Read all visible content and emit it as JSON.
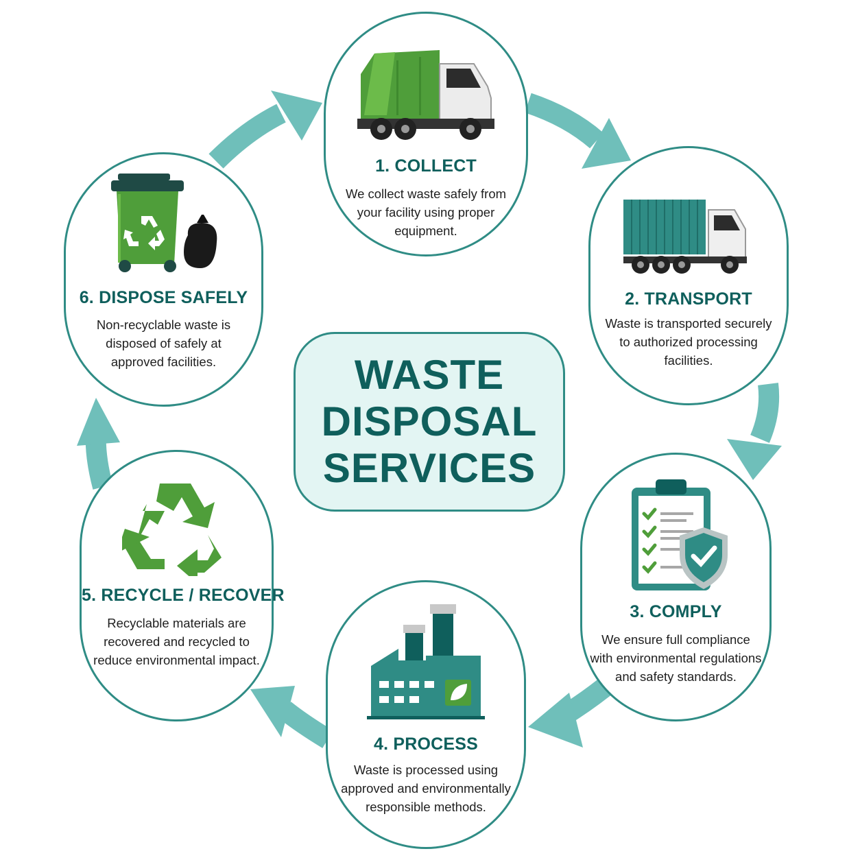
{
  "title": "WASTE\nDISPOSAL\nSERVICES",
  "colors": {
    "teal_dark": "#0f5f5c",
    "teal_border": "#2f8c85",
    "teal_arrow": "#6fbfba",
    "center_fill": "#e3f5f3",
    "green": "#4f9e3a"
  },
  "steps": [
    {
      "title": "1. COLLECT",
      "description": "We collect waste safely from your facility using proper equipment.",
      "icon": "garbage-truck-icon"
    },
    {
      "title": "2. TRANSPORT",
      "description": "Waste is transported securely to authorized processing facilities.",
      "icon": "transport-truck-icon"
    },
    {
      "title": "3. COMPLY",
      "description": "We ensure full compliance with environmental regulations and safety standards.",
      "icon": "compliance-clipboard-icon"
    },
    {
      "title": "4. PROCESS",
      "description": "Waste is processed using approved and environmentally responsible methods.",
      "icon": "factory-icon"
    },
    {
      "title": "5. RECYCLE / RECOVER",
      "description": "Recyclable materials are recovered and recycled to reduce environmental impact.",
      "icon": "recycle-icon"
    },
    {
      "title": "6. DISPOSE SAFELY",
      "description": "Non-recyclable waste is disposed of safely at approved facilities.",
      "icon": "waste-bin-icon"
    }
  ]
}
